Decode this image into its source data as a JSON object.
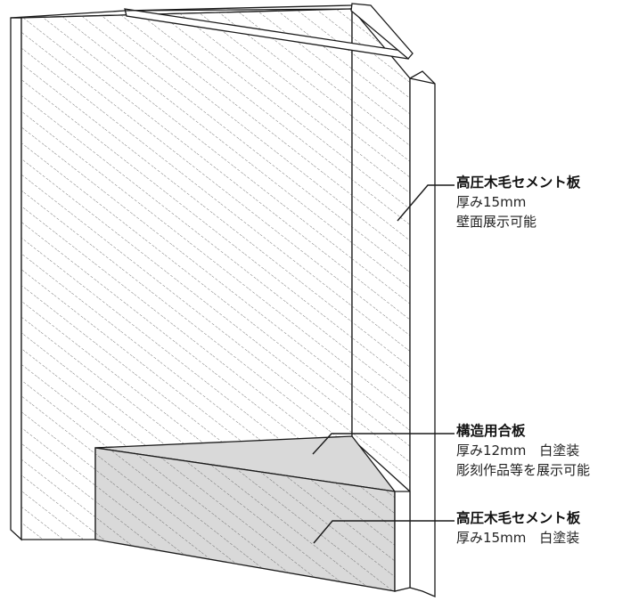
{
  "callouts": [
    {
      "title": "高圧木毛セメント板",
      "lines": [
        "厚み15mm",
        "壁面展示可能"
      ]
    },
    {
      "title": "構造用合板",
      "lines": [
        "厚み12mm　白塗装",
        "彫刻作品等を展示可能"
      ]
    },
    {
      "title": "高圧木毛セメント板",
      "lines": [
        "厚み15mm　白塗装"
      ]
    }
  ],
  "colors": {
    "line": "#1a1a1a",
    "hatch": "#555555",
    "shaded": "#d9d9d9",
    "paper": "#ffffff"
  }
}
